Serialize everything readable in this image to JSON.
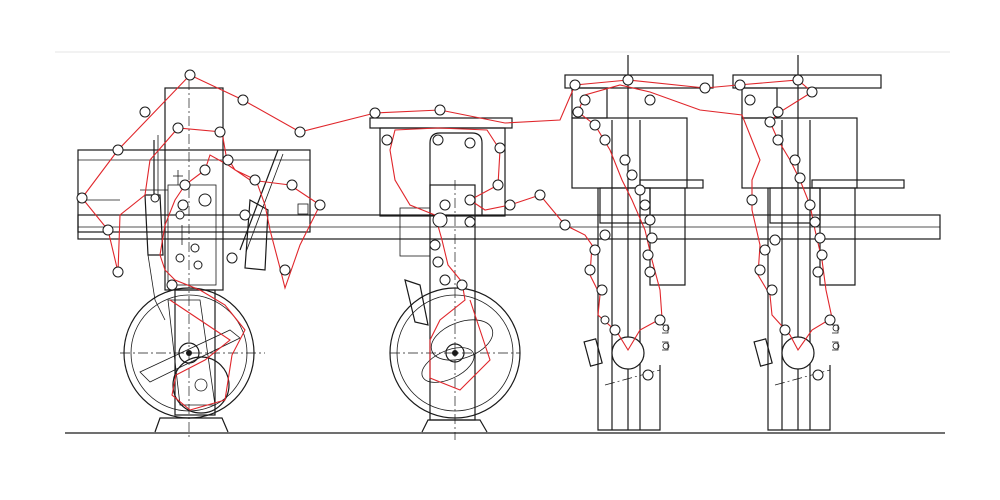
{
  "diagram": {
    "kind": "line-drawing",
    "subject": "",
    "colors": {
      "frame": "#1a1a1a",
      "web_path": "#e0262b",
      "background": "#ffffff"
    },
    "sections": [
      {
        "id": "unwind-unit-1",
        "type": "unwind"
      },
      {
        "id": "unwind-unit-2",
        "type": "unwind"
      },
      {
        "id": "tower-unit-1",
        "type": "roller-tower"
      },
      {
        "id": "tower-unit-2",
        "type": "roller-tower"
      }
    ],
    "labels": []
  }
}
